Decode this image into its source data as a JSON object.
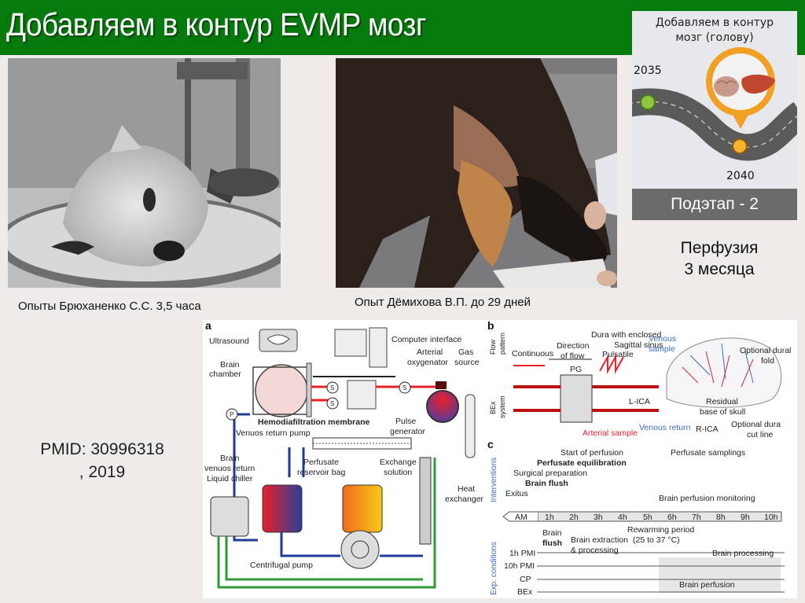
{
  "header": {
    "title": "Добавляем в контур EVMP мозг",
    "background": "#067a0d"
  },
  "photos": [
    {
      "caption": "Опыты Брюханенко С.С. 3,5 часа",
      "description": "black-and-white photo of dog head on plate with apparatus"
    },
    {
      "caption": "Опыт Дёмихова В.П. до 29 дней",
      "description": "color photo of two-headed dog drinking"
    }
  ],
  "roadmap": {
    "heading_line1": "Добавляем в контур",
    "heading_line2": "мозг (голову)",
    "year_start": "2035",
    "year_end": "2040",
    "stage_label": "Подэтап - 2",
    "icons": [
      "brain-icon",
      "liver-icon"
    ]
  },
  "perfusion": {
    "line1": "Перфузия",
    "line2": "3 месяца"
  },
  "reference": {
    "line1": "PMID: 30996318",
    "line2": ", 2019"
  },
  "figure": {
    "panel_a": {
      "letter": "a",
      "labels": {
        "ultrasound": "Ultrasound",
        "brain": "Brain",
        "chamber": "chamber",
        "computer_interface": "Computer interface",
        "arterial": "Arterial",
        "oxygenator": "oxygenator",
        "gas": "Gas",
        "source": "source",
        "pulse": "Pulse",
        "generator": "generator",
        "hemodia": "Hemodiafiltration membrane",
        "venous_pump": "Venuos return pump",
        "brain2": "Brain",
        "venous_return": "venuos return",
        "chiller": "Liquid chiller",
        "perfusate": "Perfusate",
        "reservoir": "reservoir bag",
        "exchange": "Exchange",
        "solution": "solution",
        "heat": "Heat",
        "exchanger": "exchanger",
        "centrifugal": "Centrifugal pump",
        "s": "S",
        "p": "P"
      }
    },
    "panel_b": {
      "letter": "b",
      "labels": {
        "flow": "Flow",
        "pattern": "pattern",
        "continuous": "Continuous",
        "direction": "Direction",
        "of_flow": "of flow",
        "pg": "PG",
        "pulsatile": "Pulsatile",
        "venous": "Venous",
        "sample": "sample",
        "dura1": "Dura with enclosed",
        "dura2": "Sagittal sinus",
        "optional1": "Optional dural",
        "fold": "fold",
        "bex": "BEx",
        "system": "system",
        "lica": "L-ICA",
        "residual": "Residual",
        "base": "base of skull",
        "arterial_sample": "Arterial sample",
        "venous_return": "Venous return",
        "rica": "R-ICA",
        "optional2": "Optional dura",
        "cut": "cut line"
      }
    },
    "panel_c": {
      "letter": "c",
      "interventions_label": "Interventions",
      "conditions_label": "Exp. conditions",
      "labels": {
        "start": "Start of perfusion",
        "equil": "Perfusate equilibration",
        "surgical": "Surgical preparation",
        "flush": "Brain flush",
        "exitus": "Exitus",
        "samplings": "Perfusate samplings",
        "monitoring": "Brain perfusion monitoring",
        "rewarming": "Rewarming period",
        "rewarming_range": "(25 to 37 °C)",
        "brain": "Brain",
        "flush2": "flush",
        "extraction": "Brain extraction",
        "processing": "& processing",
        "brain_processing": "Brain processing",
        "brain_perfusion": "Brain perfusion"
      },
      "timeline": [
        "AM",
        "1h",
        "2h",
        "3h",
        "4h",
        "5h",
        "6h",
        "7h",
        "8h",
        "9h",
        "10h"
      ],
      "conditions": [
        "1h PMI",
        "10h PMI",
        "CP",
        "BEx"
      ]
    }
  }
}
